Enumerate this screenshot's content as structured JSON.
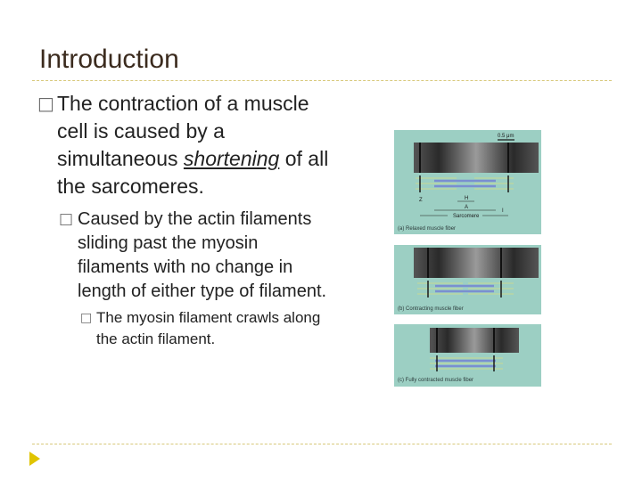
{
  "slide": {
    "title": "Introduction",
    "bullet1": {
      "text_before": "The contraction of a muscle cell is caused by a simultaneous ",
      "emphasis": "shortening",
      "text_after": " of all the sarcomeres."
    },
    "bullet2": "Caused by the actin filaments sliding past the myosin filaments with no change in length of either type of filament.",
    "bullet3": "The myosin filament crawls along the actin filament.",
    "bullet_glyph": "□"
  },
  "figure": {
    "scale_label": "0.5 μm",
    "labels": {
      "z": "Z",
      "h": "H",
      "a": "A",
      "i": "I",
      "sarcomere": "Sarcomere"
    },
    "captions": [
      "(a) Relaxed muscle fiber",
      "(b) Contracting muscle fiber",
      "(c) Fully contracted muscle fiber"
    ],
    "colors": {
      "panel_bg": "#9ccfc3",
      "myosin": "#7a8fd0",
      "actin": "#b9d6a3",
      "z_line": "#1a1a1a",
      "h_zone": "#c7a070"
    }
  }
}
